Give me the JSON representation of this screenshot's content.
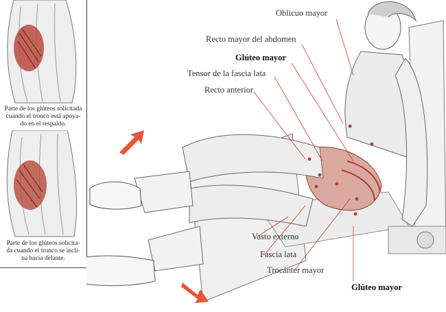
{
  "panels": {
    "top_caption": [
      "Parte de los glúteos solicitada",
      "cuando el tronco está apoya-",
      "do en el respaldo."
    ],
    "bottom_caption": [
      "Parte de los glúteos solicita-",
      "da cuando el tronco se incli-",
      "na hacia delante."
    ]
  },
  "labels": {
    "oblicuo": "Oblicuo mayor",
    "recto_abdomen": "Recto mayor del abdomen",
    "gluteo_top": "Glúteo mayor",
    "tensor": "Tensor de la fascia lata",
    "recto_anterior": "Recto anterior",
    "vasto": "Vasto externo",
    "fascia": "Fascia lata",
    "trocanter": "Trocánter mayor",
    "gluteo_bottom": "Glúteo mayor"
  },
  "colors": {
    "muscle_red": "#c0392b",
    "arrow_red": "#e8553a",
    "leader_red": "#cc3b2e",
    "sketch": "#6b6b6b"
  }
}
